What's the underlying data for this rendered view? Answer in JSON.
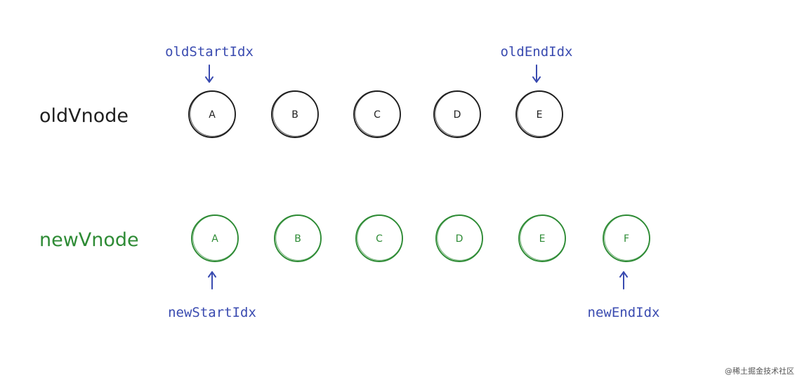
{
  "colors": {
    "old": "#1f1f1f",
    "new": "#2e8b35",
    "pointer": "#3a4bb0",
    "watermark": "#555555"
  },
  "rows": [
    {
      "label": "oldVnode",
      "color_key": "old",
      "nodes": [
        "A",
        "B",
        "C",
        "D",
        "E"
      ]
    },
    {
      "label": "newVnode",
      "color_key": "new",
      "nodes": [
        "A",
        "B",
        "C",
        "D",
        "E",
        "F"
      ]
    }
  ],
  "pointers": [
    {
      "label": "oldStartIdx",
      "row": 0,
      "node_index": 0,
      "side": "above"
    },
    {
      "label": "oldEndIdx",
      "row": 0,
      "node_index": 4,
      "side": "above"
    },
    {
      "label": "newStartIdx",
      "row": 1,
      "node_index": 0,
      "side": "below"
    },
    {
      "label": "newEndIdx",
      "row": 1,
      "node_index": 5,
      "side": "below"
    }
  ],
  "watermark": "@稀土掘金技术社区"
}
